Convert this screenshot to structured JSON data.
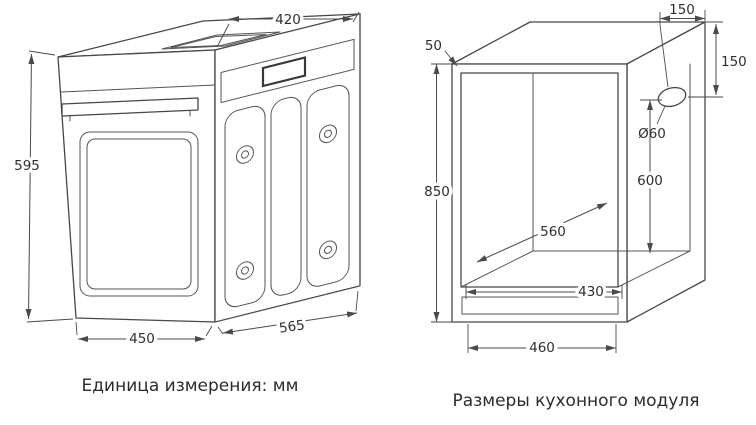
{
  "colors": {
    "background": "#ffffff",
    "line": "#474747",
    "dimension_line": "#4a4a4a",
    "text": "#2b2b2b"
  },
  "oven": {
    "caption": "Единица измерения: мм",
    "dims": {
      "top_width": "420",
      "height": "595",
      "front_width": "450",
      "depth": "565"
    }
  },
  "cabinet": {
    "caption": "Размеры кухонного модуля",
    "dims": {
      "panel_thickness": "50",
      "hole_top_offset": "150",
      "hole_side_offset": "150",
      "hole_diameter": "Ø60",
      "total_height": "850",
      "niche_height": "600",
      "niche_depth": "560",
      "recess_width": "430",
      "plinth_width": "460"
    }
  }
}
